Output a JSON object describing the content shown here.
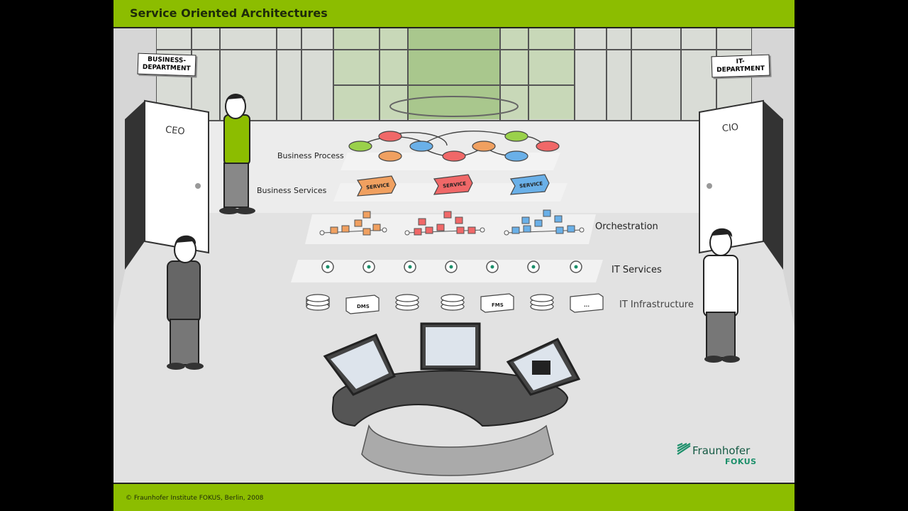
{
  "header": {
    "title": "Service Oriented Architectures"
  },
  "signs": {
    "business": "BUSINESS-\nDEPARTMENT",
    "it": "IT-\nDEPARTMENT"
  },
  "doors": {
    "left": "CEO",
    "right": "CIO"
  },
  "layers": {
    "business_process": "Business Process",
    "business_services": "Business Services",
    "orchestration": "Orchestration",
    "it_services": "IT Services",
    "it_infrastructure": "IT Infrastructure"
  },
  "services": [
    "SERVICE",
    "SERVICE",
    "SERVICE"
  ],
  "infrastructure": [
    "DMS",
    "FMS",
    "..."
  ],
  "logo": {
    "name": "Fraunhofer",
    "sub": "FOKUS"
  },
  "footer": {
    "text": "© Fraunhofer Institute FOKUS, Berlin, 2008"
  },
  "colors": {
    "brand_green": "#8cbd00",
    "orange": "#f0a060",
    "red": "#f06868",
    "blue": "#6ab0e8",
    "lime": "#9ad14a",
    "teal": "#1b8f6a"
  }
}
